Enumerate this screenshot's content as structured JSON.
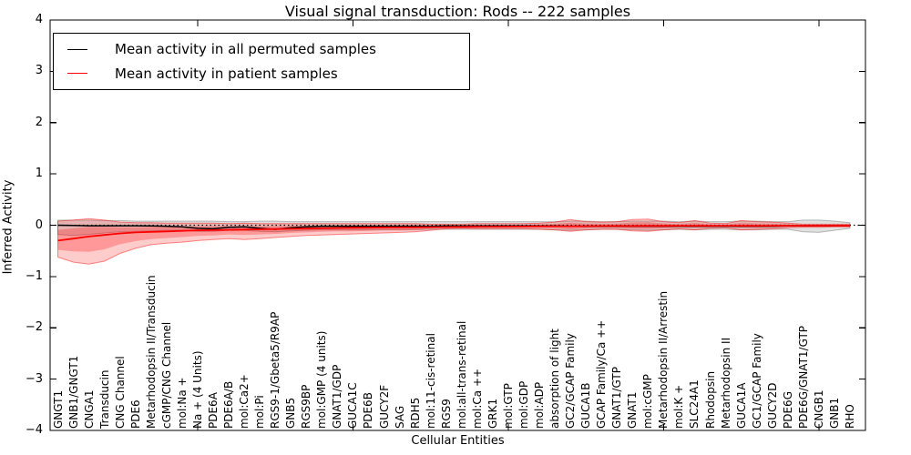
{
  "legend": {
    "entries": [
      {
        "label": "Mean activity in all permuted samples",
        "color": "#000000"
      },
      {
        "label": "Mean activity in patient samples",
        "color": "#ff0000"
      }
    ],
    "position": "upper left"
  },
  "chart_data": {
    "type": "line",
    "title": "Visual signal transduction: Rods -- 222 samples",
    "xlabel": "Cellular Entities",
    "ylabel": "Inferred Activity",
    "ylim": [
      -4,
      4
    ],
    "xlim": [
      0.5,
      53
    ],
    "grid": false,
    "zero_line": {
      "style": "dotted",
      "color": "#000000",
      "y": 0
    },
    "x_tick_values": [
      10,
      20,
      30,
      40,
      50
    ],
    "y_ticks": [
      {
        "v": 4,
        "label": "4"
      },
      {
        "v": 3,
        "label": "3"
      },
      {
        "v": 2,
        "label": "2"
      },
      {
        "v": 1,
        "label": "1"
      },
      {
        "v": 0,
        "label": "0"
      },
      {
        "v": -1,
        "label": "−1"
      },
      {
        "v": -2,
        "label": "−2"
      },
      {
        "v": -3,
        "label": "−3"
      },
      {
        "v": -4,
        "label": "−4"
      }
    ],
    "categories": [
      "GNGT1",
      "GNB1/GNGT1",
      "CNGA1",
      "Transducin",
      "CNG Channel",
      "PDE6",
      "Metarhodopsin II/Transducin",
      "cGMP/CNG Channel",
      "mol:Na +",
      "Na + (4 Units)",
      "PDE6A",
      "PDE6A/B",
      "mol:Ca2+",
      "mol:Pi",
      "RGS9-1/Gbeta5/R9AP",
      "GNB5",
      "RGS9BP",
      "mol:GMP (4 units)",
      "GNAT1/GDP",
      "GUCA1C",
      "PDE6B",
      "GUCY2F",
      "SAG",
      "RDH5",
      "mol:11-cis-retinal",
      "RGS9",
      "mol:all-trans-retinal",
      "mol:Ca ++",
      "GRK1",
      "mol:GTP",
      "mol:GDP",
      "mol:ADP",
      "absorption of light",
      "GC2/GCAP Family",
      "GUCA1B",
      "GCAP Family/Ca ++",
      "GNAT1/GTP",
      "GNAT1",
      "mol:cGMP",
      "Metarhodopsin II/Arrestin",
      "mol:K +",
      "SLC24A1",
      "Rhodopsin",
      "Metarhodopsin II",
      "GUCA1A",
      "GC1/GCAP Family",
      "GUCY2D",
      "PDE6G",
      "PDE6G/GNAT1/GTP",
      "CNGB1",
      "GNB1",
      "RHO"
    ],
    "series": [
      {
        "name": "Mean activity in all permuted samples",
        "color": "#000000",
        "width": 1.5,
        "values": [
          0,
          -0.005,
          -0.01,
          -0.01,
          -0.01,
          -0.01,
          -0.015,
          -0.02,
          -0.03,
          -0.06,
          -0.07,
          -0.04,
          -0.03,
          -0.06,
          -0.08,
          -0.05,
          -0.03,
          -0.02,
          -0.02,
          -0.02,
          -0.02,
          -0.02,
          -0.02,
          -0.02,
          -0.02,
          -0.015,
          -0.015,
          -0.015,
          -0.015,
          -0.015,
          -0.015,
          -0.015,
          -0.015,
          -0.02,
          -0.02,
          -0.02,
          -0.02,
          -0.02,
          -0.02,
          -0.02,
          -0.02,
          -0.02,
          -0.02,
          -0.02,
          -0.02,
          -0.02,
          -0.02,
          -0.015,
          -0.015,
          -0.01,
          -0.01,
          -0.01
        ]
      },
      {
        "name": "Mean activity in patient samples",
        "color": "#ff0000",
        "width": 1.8,
        "values": [
          -0.3,
          -0.26,
          -0.22,
          -0.19,
          -0.16,
          -0.14,
          -0.13,
          -0.12,
          -0.11,
          -0.1,
          -0.095,
          -0.09,
          -0.085,
          -0.08,
          -0.075,
          -0.07,
          -0.065,
          -0.06,
          -0.055,
          -0.05,
          -0.048,
          -0.045,
          -0.042,
          -0.04,
          -0.038,
          -0.035,
          -0.032,
          -0.03,
          -0.028,
          -0.026,
          -0.024,
          -0.022,
          -0.02,
          -0.02,
          -0.018,
          -0.016,
          -0.015,
          -0.014,
          -0.012,
          -0.012,
          -0.01,
          -0.01,
          -0.01,
          -0.01,
          -0.01,
          -0.01,
          -0.01,
          -0.008,
          -0.008,
          -0.008,
          -0.008,
          -0.008
        ]
      }
    ],
    "bands": [
      {
        "name": "permuted-range",
        "fill": "rgba(0,0,0,0.12)",
        "edge": "rgba(0,0,0,0.25)",
        "upper": [
          0.1,
          0.1,
          0.1,
          0.09,
          0.09,
          0.08,
          0.08,
          0.08,
          0.08,
          0.08,
          0.08,
          0.07,
          0.07,
          0.08,
          0.08,
          0.07,
          0.07,
          0.07,
          0.07,
          0.07,
          0.07,
          0.07,
          0.07,
          0.07,
          0.07,
          0.07,
          0.07,
          0.07,
          0.07,
          0.07,
          0.07,
          0.07,
          0.07,
          0.08,
          0.08,
          0.07,
          0.07,
          0.08,
          0.08,
          0.08,
          0.07,
          0.08,
          0.07,
          0.07,
          0.08,
          0.08,
          0.07,
          0.07,
          0.1,
          0.1,
          0.08,
          0.05
        ],
        "lower": [
          -0.18,
          -0.2,
          -0.18,
          -0.15,
          -0.13,
          -0.12,
          -0.11,
          -0.1,
          -0.1,
          -0.12,
          -0.12,
          -0.1,
          -0.1,
          -0.12,
          -0.13,
          -0.11,
          -0.1,
          -0.09,
          -0.09,
          -0.09,
          -0.09,
          -0.09,
          -0.09,
          -0.09,
          -0.08,
          -0.08,
          -0.08,
          -0.08,
          -0.08,
          -0.08,
          -0.08,
          -0.08,
          -0.09,
          -0.1,
          -0.09,
          -0.08,
          -0.08,
          -0.09,
          -0.1,
          -0.09,
          -0.08,
          -0.09,
          -0.08,
          -0.08,
          -0.09,
          -0.09,
          -0.08,
          -0.08,
          -0.13,
          -0.14,
          -0.1,
          -0.06
        ]
      },
      {
        "name": "patient-range-outer",
        "fill": "rgba(255,0,0,0.20)",
        "edge": "rgba(255,0,0,0.45)",
        "upper": [
          0.08,
          0.1,
          0.13,
          0.1,
          0.06,
          0.05,
          0.05,
          0.04,
          0.04,
          0.04,
          0.04,
          0.03,
          0.04,
          0.03,
          0.03,
          0.03,
          0.03,
          0.03,
          0.03,
          0.03,
          0.03,
          0.03,
          0.03,
          0.03,
          0.02,
          0.02,
          0.02,
          0.03,
          0.03,
          0.03,
          0.03,
          0.04,
          0.06,
          0.11,
          0.07,
          0.06,
          0.07,
          0.11,
          0.12,
          0.07,
          0.05,
          0.09,
          0.04,
          0.03,
          0.09,
          0.07,
          0.06,
          0.04,
          0.02,
          0.02,
          0.02,
          0.02
        ],
        "lower": [
          -0.62,
          -0.72,
          -0.76,
          -0.7,
          -0.55,
          -0.45,
          -0.38,
          -0.35,
          -0.33,
          -0.3,
          -0.28,
          -0.26,
          -0.28,
          -0.26,
          -0.24,
          -0.22,
          -0.2,
          -0.19,
          -0.18,
          -0.17,
          -0.16,
          -0.15,
          -0.14,
          -0.13,
          -0.1,
          -0.07,
          -0.06,
          -0.07,
          -0.07,
          -0.07,
          -0.07,
          -0.08,
          -0.09,
          -0.12,
          -0.09,
          -0.08,
          -0.08,
          -0.11,
          -0.12,
          -0.09,
          -0.07,
          -0.09,
          -0.06,
          -0.05,
          -0.09,
          -0.08,
          -0.07,
          -0.05,
          -0.04,
          -0.04,
          -0.03,
          -0.03
        ]
      },
      {
        "name": "patient-range-inner",
        "fill": "rgba(255,0,0,0.25)",
        "edge": "none",
        "upper": [
          -0.09,
          -0.06,
          -0.03,
          -0.03,
          -0.04,
          -0.04,
          -0.03,
          -0.03,
          -0.03,
          -0.02,
          -0.02,
          -0.02,
          -0.02,
          -0.02,
          -0.02,
          -0.015,
          -0.013,
          -0.01,
          -0.008,
          -0.006,
          -0.005,
          -0.004,
          -0.002,
          -0.002,
          -0.006,
          -0.005,
          -0.003,
          0.003,
          0.004,
          0.005,
          0.006,
          0.012,
          0.024,
          0.05,
          0.03,
          0.026,
          0.032,
          0.054,
          0.06,
          0.033,
          0.023,
          0.045,
          0.018,
          0.012,
          0.045,
          0.034,
          0.029,
          0.018,
          0.007,
          0.007,
          0.007,
          0.007
        ],
        "lower": [
          -0.48,
          -0.51,
          -0.52,
          -0.47,
          -0.37,
          -0.31,
          -0.27,
          -0.25,
          -0.23,
          -0.21,
          -0.2,
          -0.18,
          -0.19,
          -0.18,
          -0.17,
          -0.15,
          -0.14,
          -0.13,
          -0.12,
          -0.12,
          -0.11,
          -0.1,
          -0.1,
          -0.09,
          -0.07,
          -0.05,
          -0.05,
          -0.05,
          -0.05,
          -0.05,
          -0.05,
          -0.05,
          -0.06,
          -0.08,
          -0.06,
          -0.05,
          -0.05,
          -0.07,
          -0.07,
          -0.06,
          -0.04,
          -0.05,
          -0.04,
          -0.03,
          -0.05,
          -0.05,
          -0.04,
          -0.03,
          -0.026,
          -0.026,
          -0.02,
          -0.02
        ]
      }
    ]
  }
}
